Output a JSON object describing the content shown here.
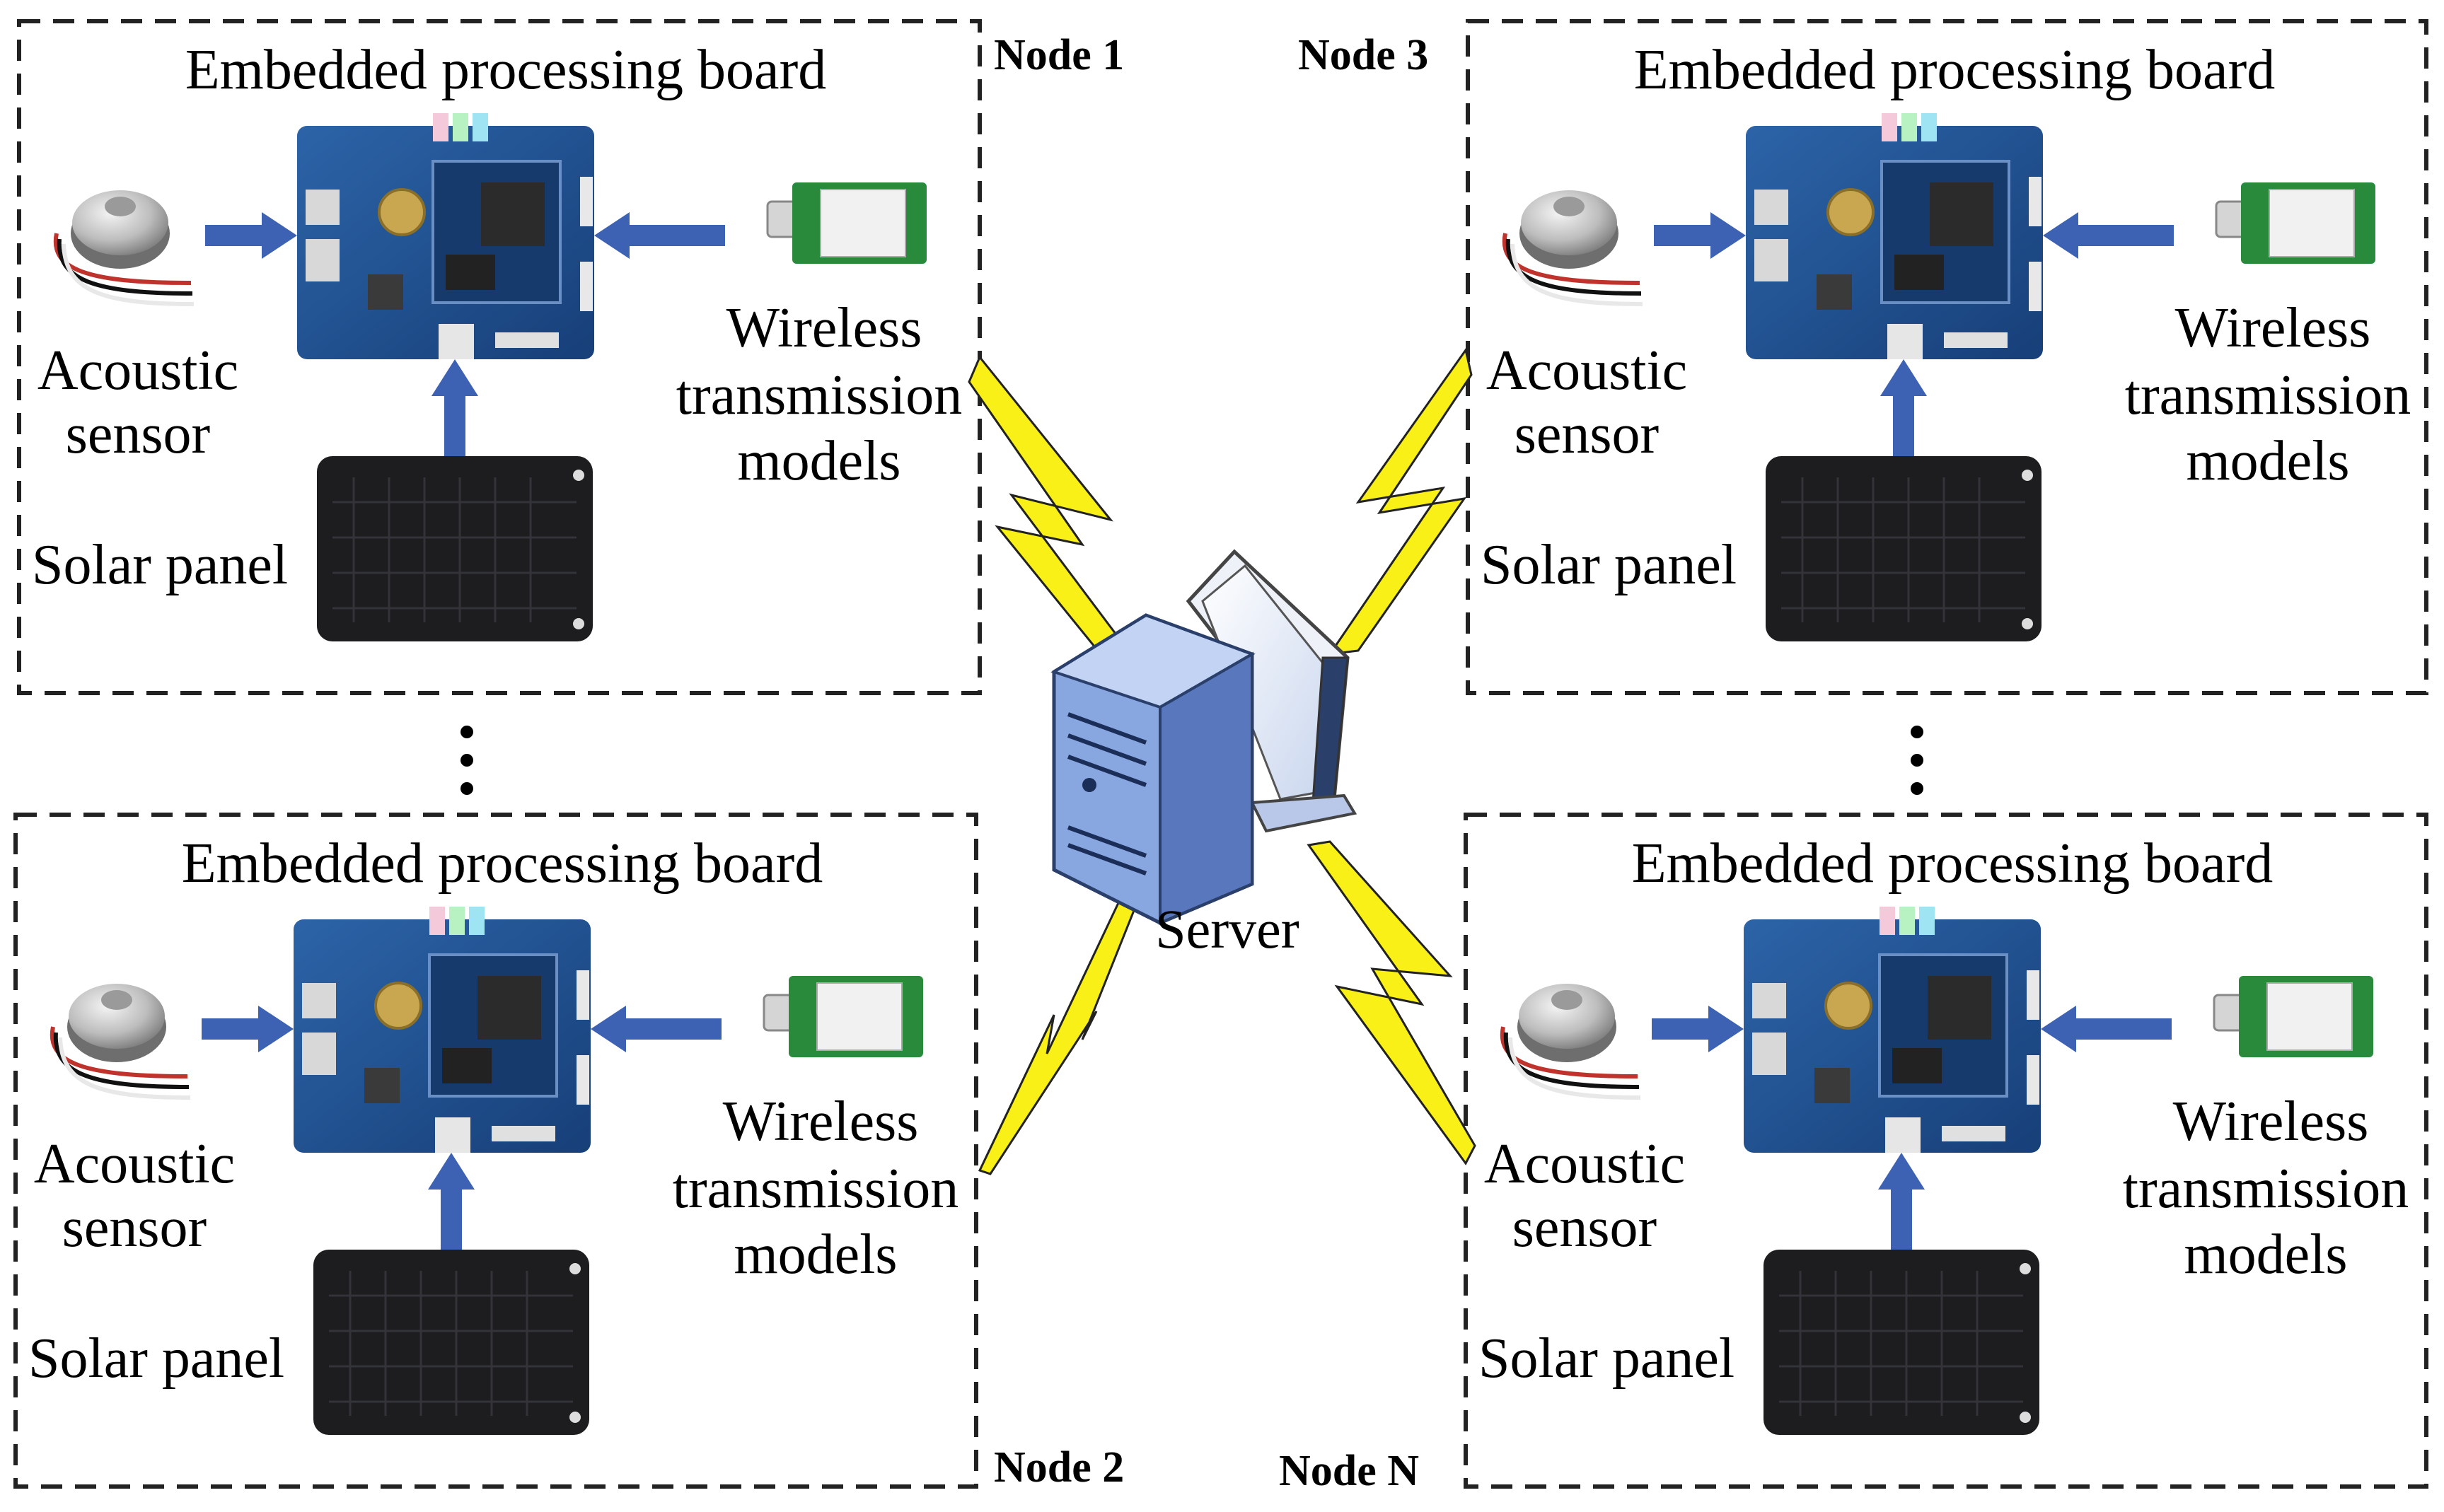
{
  "labels": {
    "board": "Embedded processing board",
    "acoustic_line1": "Acoustic",
    "acoustic_line2": "sensor",
    "wireless_line1": "Wireless",
    "wireless_line2": "transmission",
    "wireless_line3": "models",
    "solar": "Solar panel",
    "server": "Server"
  },
  "nodes": [
    {
      "id": "node-1",
      "label": "Node 1"
    },
    {
      "id": "node-2",
      "label": "Node 2"
    },
    {
      "id": "node-3",
      "label": "Node 3"
    },
    {
      "id": "node-n",
      "label": "Node N"
    }
  ],
  "colors": {
    "arrow": "#3e62b3",
    "pcb": "#1f4f8f",
    "lightning": "#f8f016",
    "server_body": "#7f9fd8",
    "solar": "#1d1d1f",
    "module_green": "#2a8a3c"
  }
}
